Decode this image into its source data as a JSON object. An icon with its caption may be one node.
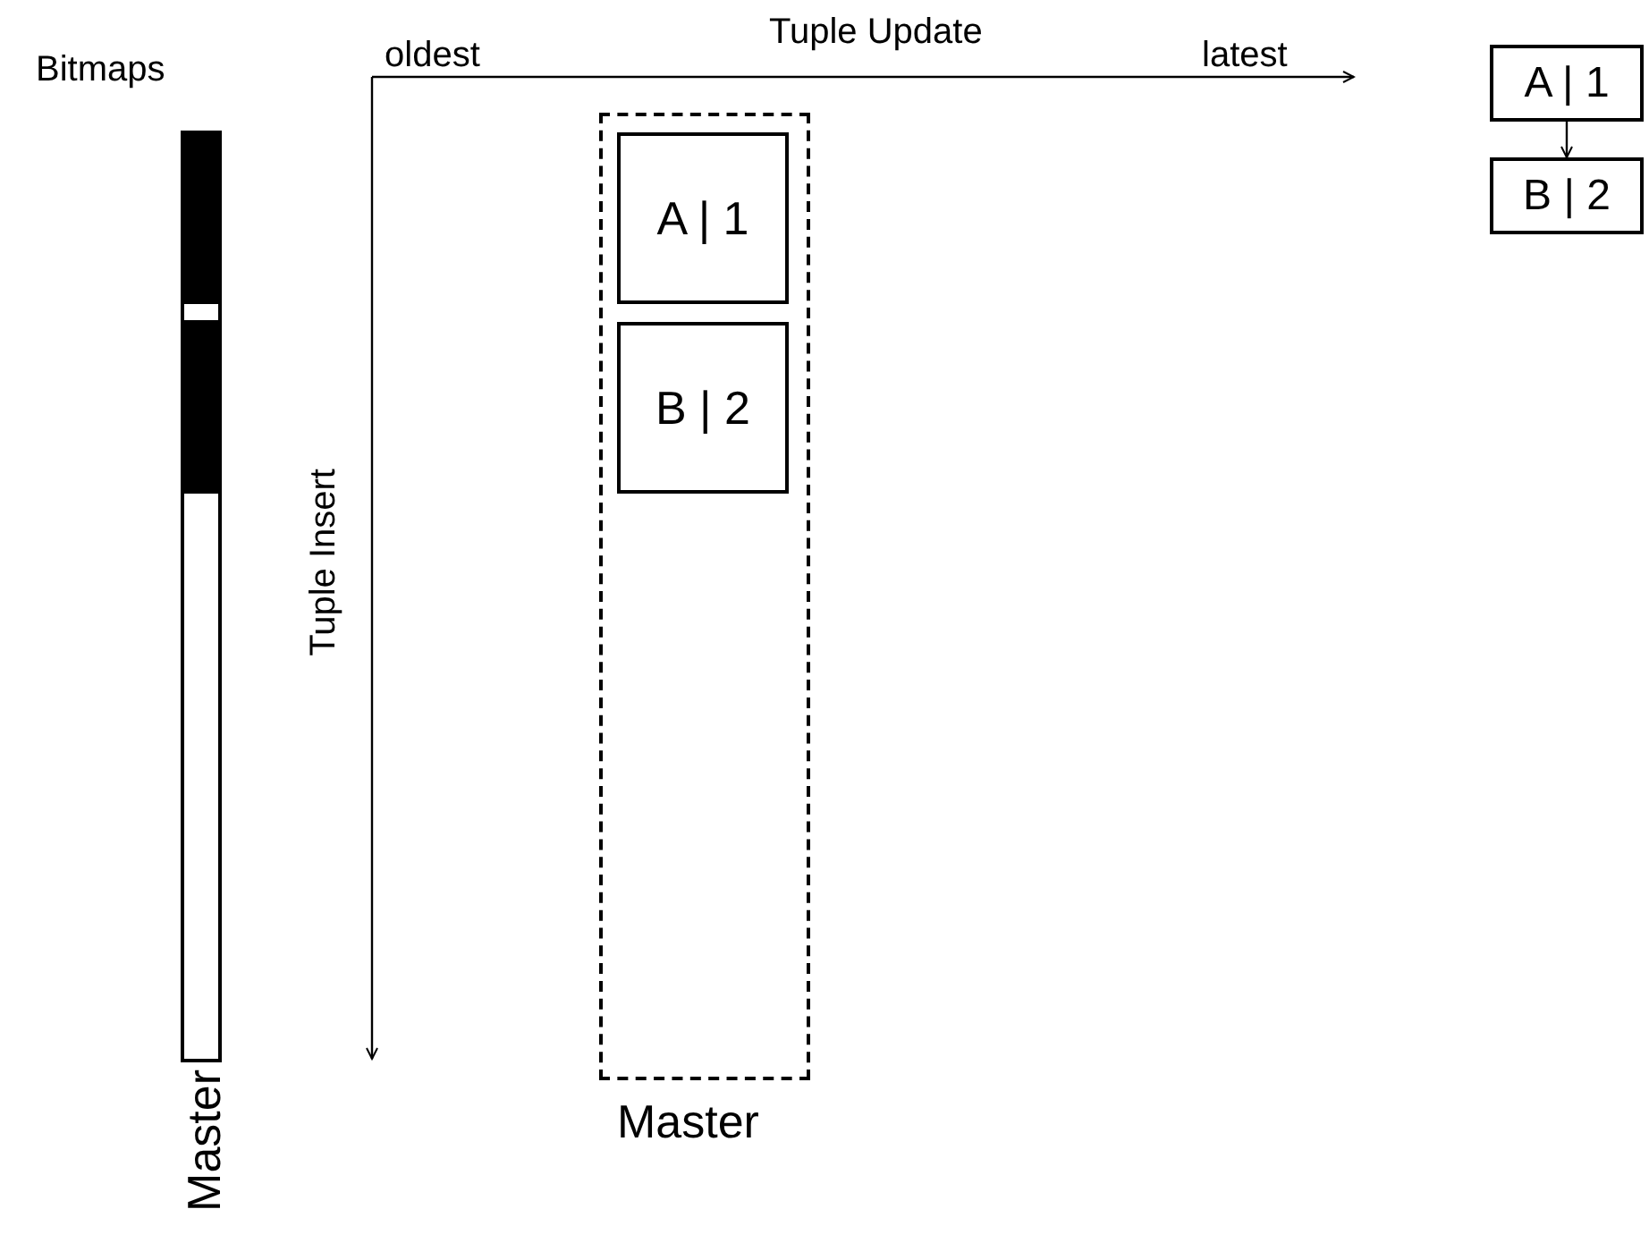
{
  "diagram": {
    "nodes": [
      {
        "text": [
          "Master"
        ]
      },
      {
        "text": [
          "A | 1"
        ],
        "in": 0
      },
      {
        "text": [
          "B | 2"
        ],
        "in": 0
      },
      {
        "text": [
          "A | 1"
        ]
      },
      {
        "text": [
          "B | 2"
        ]
      },
      {
        "text": [
          "Master"
        ]
      }
    ],
    "edges": [
      {
        "from": 3,
        "to": 4,
        "arrow": "to"
      }
    ],
    "labels": [
      "Bitmaps",
      "oldest",
      "Tuple Update",
      "latest",
      "Tuple Insert"
    ]
  }
}
